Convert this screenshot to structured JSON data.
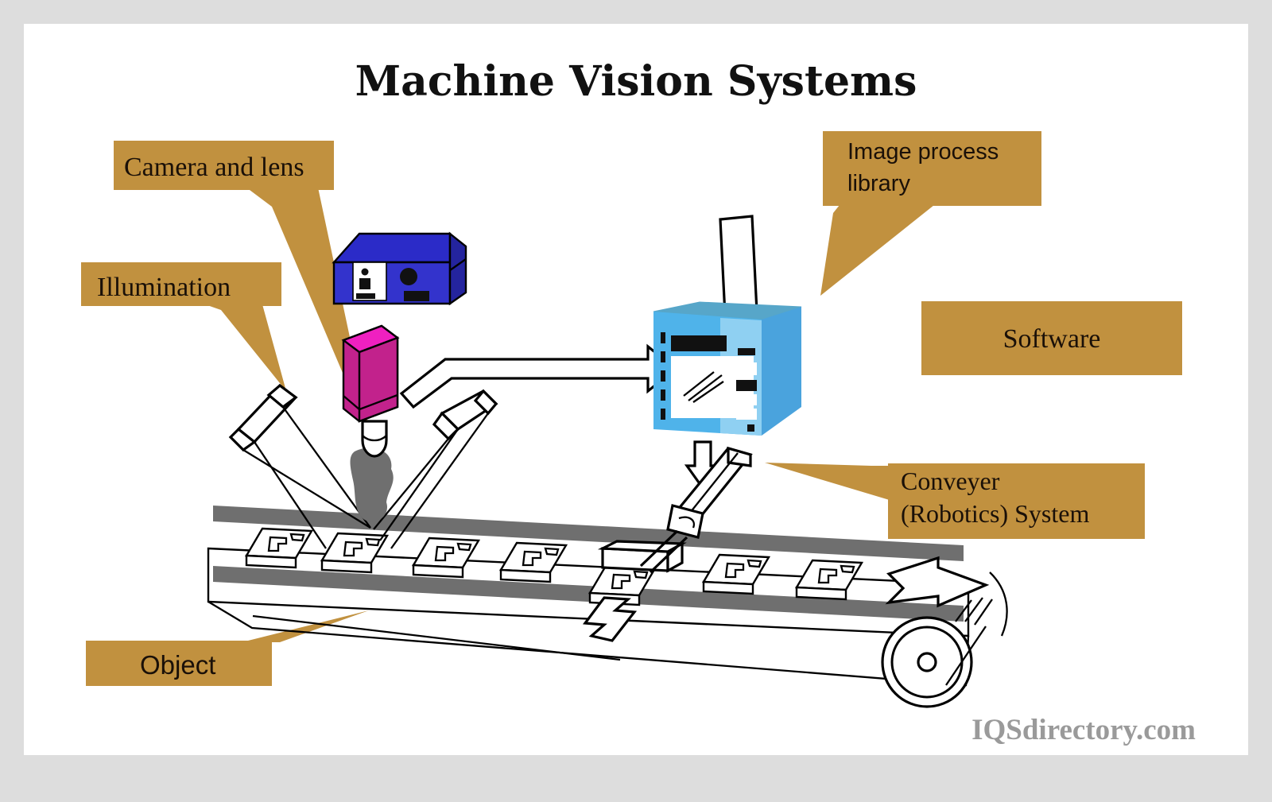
{
  "page": {
    "title": "Machine Vision Systems",
    "watermark": "IQSdirectory.com",
    "border_color": "#dddddd",
    "canvas_color": "#ffffff"
  },
  "theme": {
    "callout_fill": "#c1913f",
    "callout_text": "#1a1008",
    "title_color": "#111111",
    "watermark_color": "#9a9a9a",
    "camera_body": "#c2228c",
    "camera_top": "#ef20c0",
    "controller_blue_front": "#3333cc",
    "controller_blue_top": "#2b2bc8",
    "computer_front": "#4fb3ea",
    "computer_top": "#57a6c9",
    "computer_side": "#4aa3dd",
    "rail_gray": "#6f6f6f",
    "object_gray": "#6f6f6f",
    "line_color": "#000000"
  },
  "callouts": [
    {
      "id": "camera-and-lens",
      "label": "Camera and lens",
      "font": "serif"
    },
    {
      "id": "illumination",
      "label": "Illumination",
      "font": "serif"
    },
    {
      "id": "image-process-library",
      "label_line1": "Image process",
      "label_line2": "library",
      "font": "sans"
    },
    {
      "id": "software",
      "label": "Software",
      "font": "serif"
    },
    {
      "id": "conveyer-system",
      "label_line1": "Conveyer",
      "label_line2": "(Robotics) System",
      "font": "serif"
    },
    {
      "id": "object",
      "label": "Object",
      "font": "sans"
    }
  ],
  "diagram": {
    "type": "machine-vision-system-schematic",
    "components": [
      "controller-box",
      "camera-and-lens",
      "illumination-lamp-left",
      "illumination-lamp-right",
      "conveyor-belt",
      "conveyor-roller",
      "objects-on-belt",
      "vision-computer",
      "paper-output",
      "robotic-arm",
      "signal-arrow-camera-to-computer",
      "control-arrow-computer-to-arm",
      "belt-direction-arrow",
      "reject-arrow"
    ]
  }
}
